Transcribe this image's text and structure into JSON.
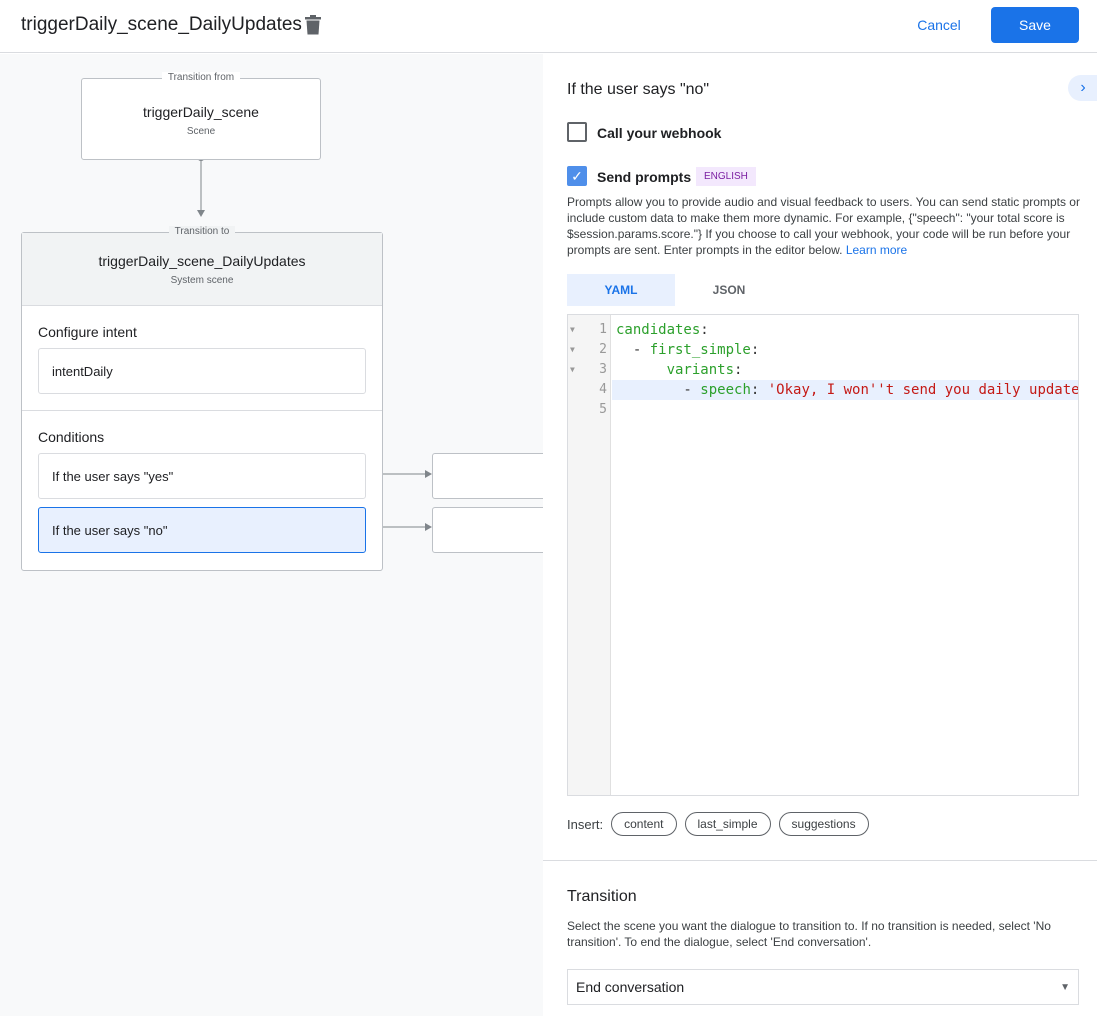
{
  "header": {
    "title": "triggerDaily_scene_DailyUpdates",
    "cancel": "Cancel",
    "save": "Save"
  },
  "canvas": {
    "from": {
      "label": "Transition from",
      "title": "triggerDaily_scene",
      "sub": "Scene"
    },
    "to": {
      "label": "Transition to",
      "title": "triggerDaily_scene_DailyUpdates",
      "sub": "System scene"
    },
    "intent_heading": "Configure intent",
    "intent": "intentDaily",
    "conditions_heading": "Conditions",
    "conditions": [
      "If the user says \"yes\"",
      "If the user says \"no\""
    ]
  },
  "panel": {
    "heading": "If the user says \"no\"",
    "webhook": {
      "label": "Call your webhook",
      "checked": false
    },
    "prompts": {
      "label": "Send prompts",
      "checked": true,
      "badge": "ENGLISH"
    },
    "description": "Prompts allow you to provide audio and visual feedback to users. You can send static prompts or include custom data to make them more dynamic. For example, {\"speech\": \"your total score is $session.params.score.\"} If you choose to call your webhook, your code will be run before your prompts are sent. Enter prompts in the editor below.",
    "learn_more": "Learn more",
    "tabs": [
      "YAML",
      "JSON"
    ],
    "active_tab": "YAML",
    "code": {
      "line_numbers": [
        "1",
        "2",
        "3",
        "4",
        "5"
      ],
      "l1k": "candidates",
      "l2k": "first_simple",
      "l3k": "variants",
      "l4k": "speech",
      "l4s": "'Okay, I won''t send you daily update"
    },
    "insert_label": "Insert:",
    "chips": [
      "content",
      "last_simple",
      "suggestions"
    ],
    "transition": {
      "heading": "Transition",
      "description": "Select the scene you want the dialogue to transition to. If no transition is needed, select 'No transition'. To end the dialogue, select 'End conversation'.",
      "value": "End conversation"
    }
  }
}
